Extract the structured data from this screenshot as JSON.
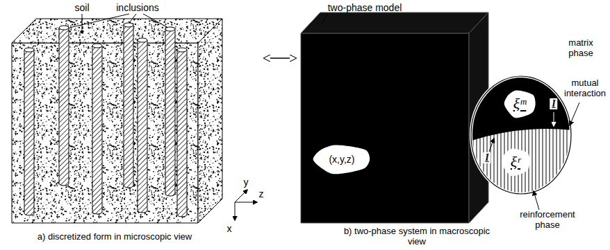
{
  "diagram": {
    "nodes": [
      {
        "text": [
          "(x,y,z)"
        ]
      },
      {
        "text": [
          "ξᵐ"
        ]
      },
      {
        "text": [
          "ξʳ"
        ]
      }
    ],
    "labels": [
      "soil",
      "inclusions",
      "x",
      "y",
      "z",
      "two-phase model",
      "matrix phase",
      "mutual interaction",
      "reinforcement phase",
      "I",
      "I",
      "a) discretized form in microscopic view",
      "b) two-phase system in macroscopic view"
    ]
  }
}
